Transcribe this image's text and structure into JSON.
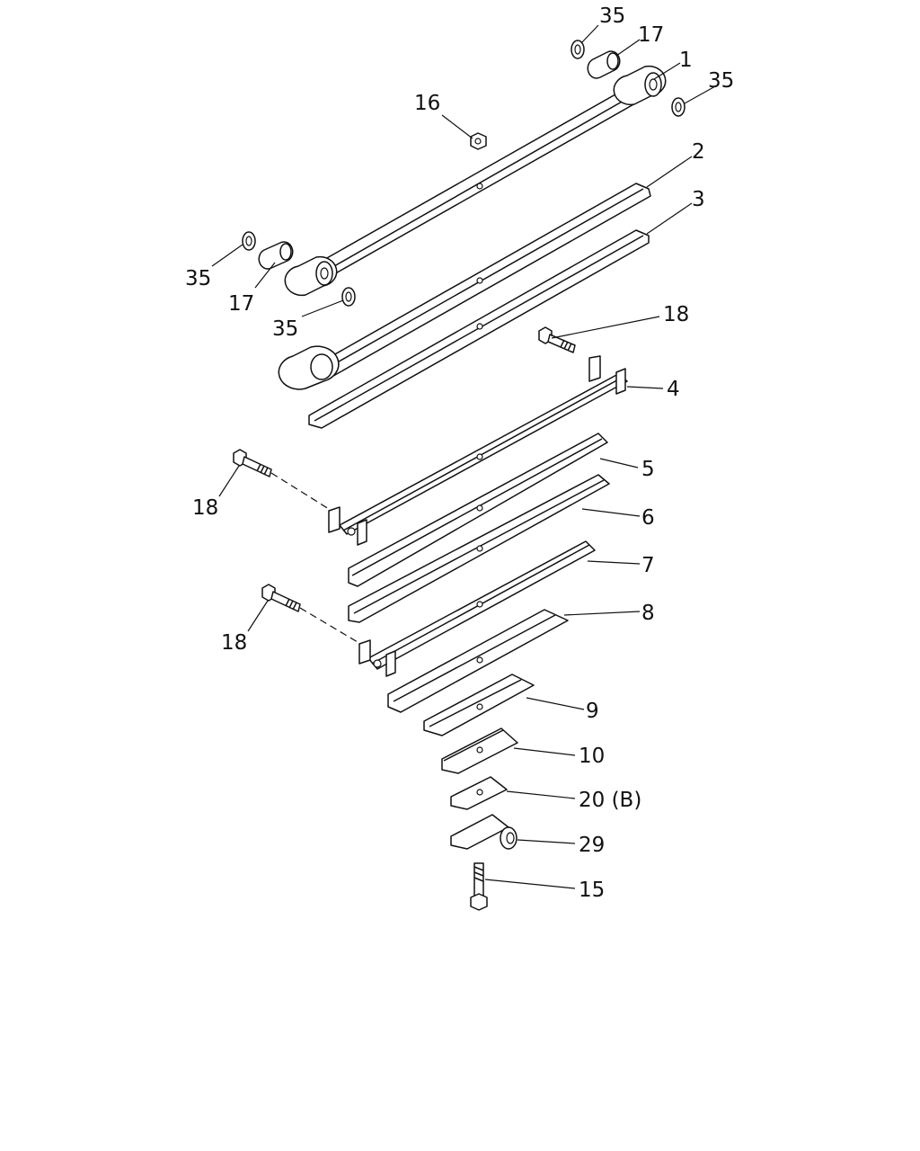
{
  "callouts": [
    {
      "id": "c35a",
      "text": "35"
    },
    {
      "id": "c17a",
      "text": "17"
    },
    {
      "id": "c1",
      "text": "1"
    },
    {
      "id": "c35b",
      "text": "35"
    },
    {
      "id": "c16",
      "text": "16"
    },
    {
      "id": "c2",
      "text": "2"
    },
    {
      "id": "c3",
      "text": "3"
    },
    {
      "id": "c35c",
      "text": "35"
    },
    {
      "id": "c17b",
      "text": "17"
    },
    {
      "id": "c35d",
      "text": "35"
    },
    {
      "id": "c18a",
      "text": "18"
    },
    {
      "id": "c4",
      "text": "4"
    },
    {
      "id": "c5",
      "text": "5"
    },
    {
      "id": "c18b",
      "text": "18"
    },
    {
      "id": "c6",
      "text": "6"
    },
    {
      "id": "c7",
      "text": "7"
    },
    {
      "id": "c8",
      "text": "8"
    },
    {
      "id": "c18c",
      "text": "18"
    },
    {
      "id": "c9",
      "text": "9"
    },
    {
      "id": "c10",
      "text": "10"
    },
    {
      "id": "c20",
      "text": "20 (B)"
    },
    {
      "id": "c29",
      "text": "29"
    },
    {
      "id": "c15",
      "text": "15"
    }
  ]
}
